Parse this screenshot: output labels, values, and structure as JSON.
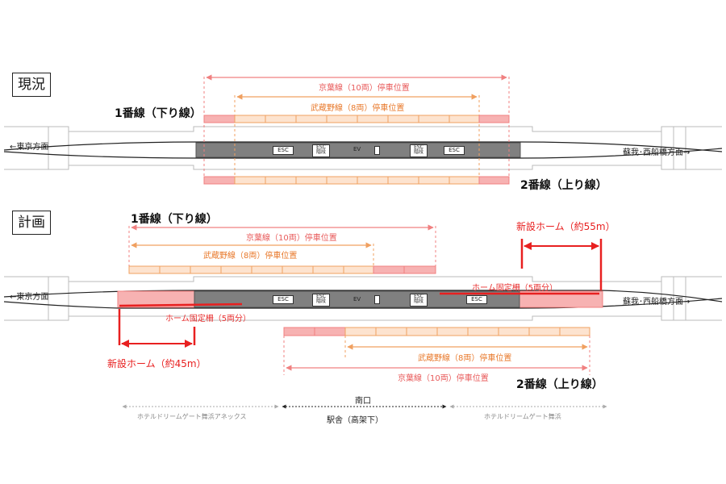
{
  "sections": {
    "current": "現況",
    "plan": "計画"
  },
  "tracks": {
    "down": "1番線（下り線）",
    "up": "2番線（上り線）"
  },
  "directions": {
    "tokyo": "←東京方面",
    "soga": "蘇我･西船橋方面→"
  },
  "stop_positions": {
    "keiyo": "京葉線（10両）停車位置",
    "musashino": "武蔵野線（8両）停車位置"
  },
  "facilities": {
    "esc": "ESC",
    "ev": "EV",
    "stairs": "階段"
  },
  "new_platforms": {
    "north": "新設ホーム（約55m）",
    "south": "新設ホーム（約45m）"
  },
  "fences": {
    "north": "ホーム固定柵（5両分）",
    "south": "ホーム固定柵（5両分）"
  },
  "bottom": {
    "south_exit": "南口",
    "station_building": "駅舎（高架下）",
    "hotel_annex": "ホテルドリームゲート舞浜アネックス",
    "hotel": "ホテルドリームゲート舞浜"
  },
  "colors": {
    "keiyo": "#f08080",
    "musashino": "#f0a060",
    "new_red": "#e82020",
    "platform": "#808080",
    "car_fill_musashino": "#fde3cf",
    "car_fill_keiyo": "#f7b2b2"
  }
}
